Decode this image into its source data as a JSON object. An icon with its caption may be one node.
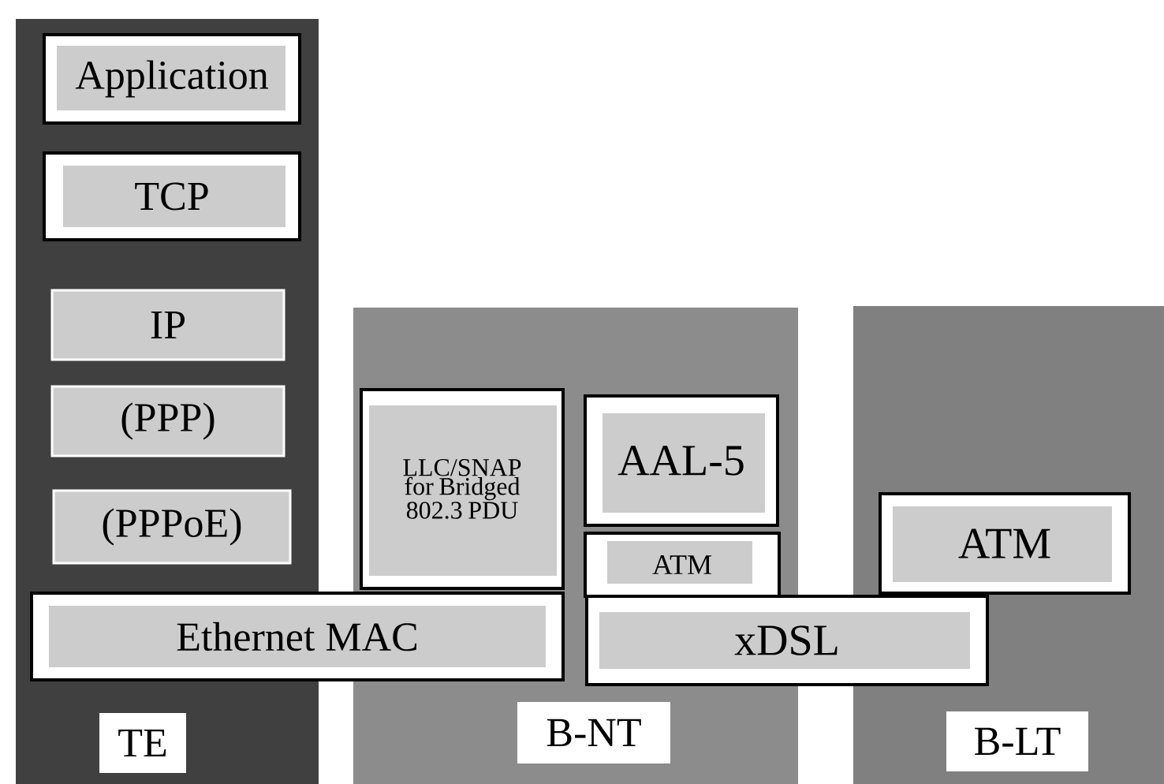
{
  "diagram": {
    "nodes": [
      {
        "text": [
          "TE"
        ]
      },
      {
        "text": [
          "Application"
        ],
        "in": 0
      },
      {
        "text": [
          "TCP"
        ],
        "in": 0
      },
      {
        "text": [
          "IP"
        ],
        "in": 0
      },
      {
        "text": [
          "(PPP)"
        ],
        "in": 0
      },
      {
        "text": [
          "(PPPoE)"
        ],
        "in": 0
      },
      {
        "text": [
          "B-NT"
        ]
      },
      {
        "text": [
          "LLC/SNAP for Bridged 802.3 PDU"
        ],
        "in": 6
      },
      {
        "text": [
          "AAL-5"
        ],
        "in": 6
      },
      {
        "text": [
          "ATM"
        ],
        "in": 6
      },
      {
        "text": [
          "B-LT"
        ]
      },
      {
        "text": [
          "ATM"
        ],
        "in": 10
      },
      {
        "text": [
          "Ethernet MAC"
        ]
      },
      {
        "text": [
          "xDSL"
        ]
      }
    ]
  }
}
